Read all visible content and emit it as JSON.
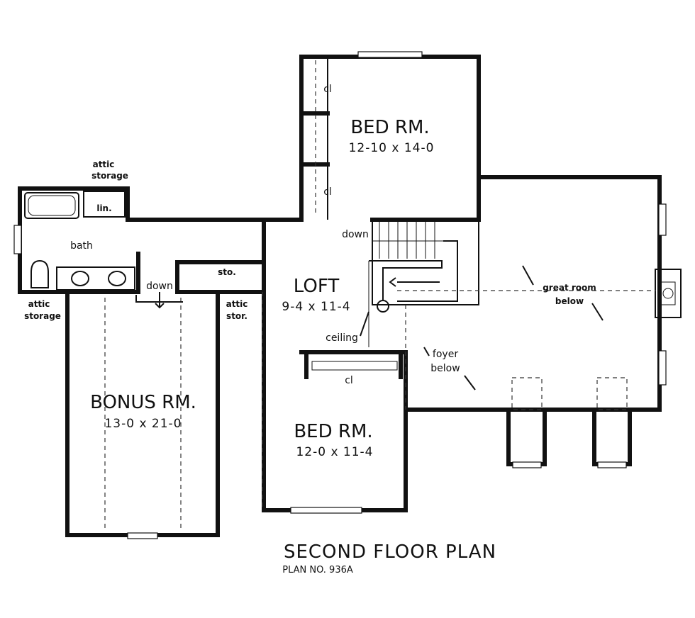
{
  "plan": {
    "title": "SECOND FLOOR PLAN",
    "plan_number": "PLAN NO. 936A"
  },
  "rooms": {
    "bed_top": {
      "name": "BED RM.",
      "size": "12-10 x 14-0"
    },
    "bed_mid": {
      "name": "BED RM.",
      "size": "12-0 x 11-4"
    },
    "bonus": {
      "name": "BONUS RM.",
      "size": "13-0 x 21-0"
    },
    "loft": {
      "name": "LOFT",
      "size": "9-4 x 11-4"
    }
  },
  "labels": {
    "bath": "bath",
    "lin": "lin.",
    "attic_storage_top_1": "attic",
    "attic_storage_top_2": "storage",
    "attic_storage_left_1": "attic",
    "attic_storage_left_2": "storage",
    "attic_stor_1": "attic",
    "attic_stor_2": "stor.",
    "sto": "sto.",
    "down_bonus": "down",
    "down_stair": "down",
    "ceiling": "ceiling",
    "foyer_1": "foyer",
    "foyer_2": "below",
    "great_1": "great room",
    "great_2": "below",
    "cl_1": "cl",
    "cl_2": "cl",
    "cl_3": "cl"
  }
}
